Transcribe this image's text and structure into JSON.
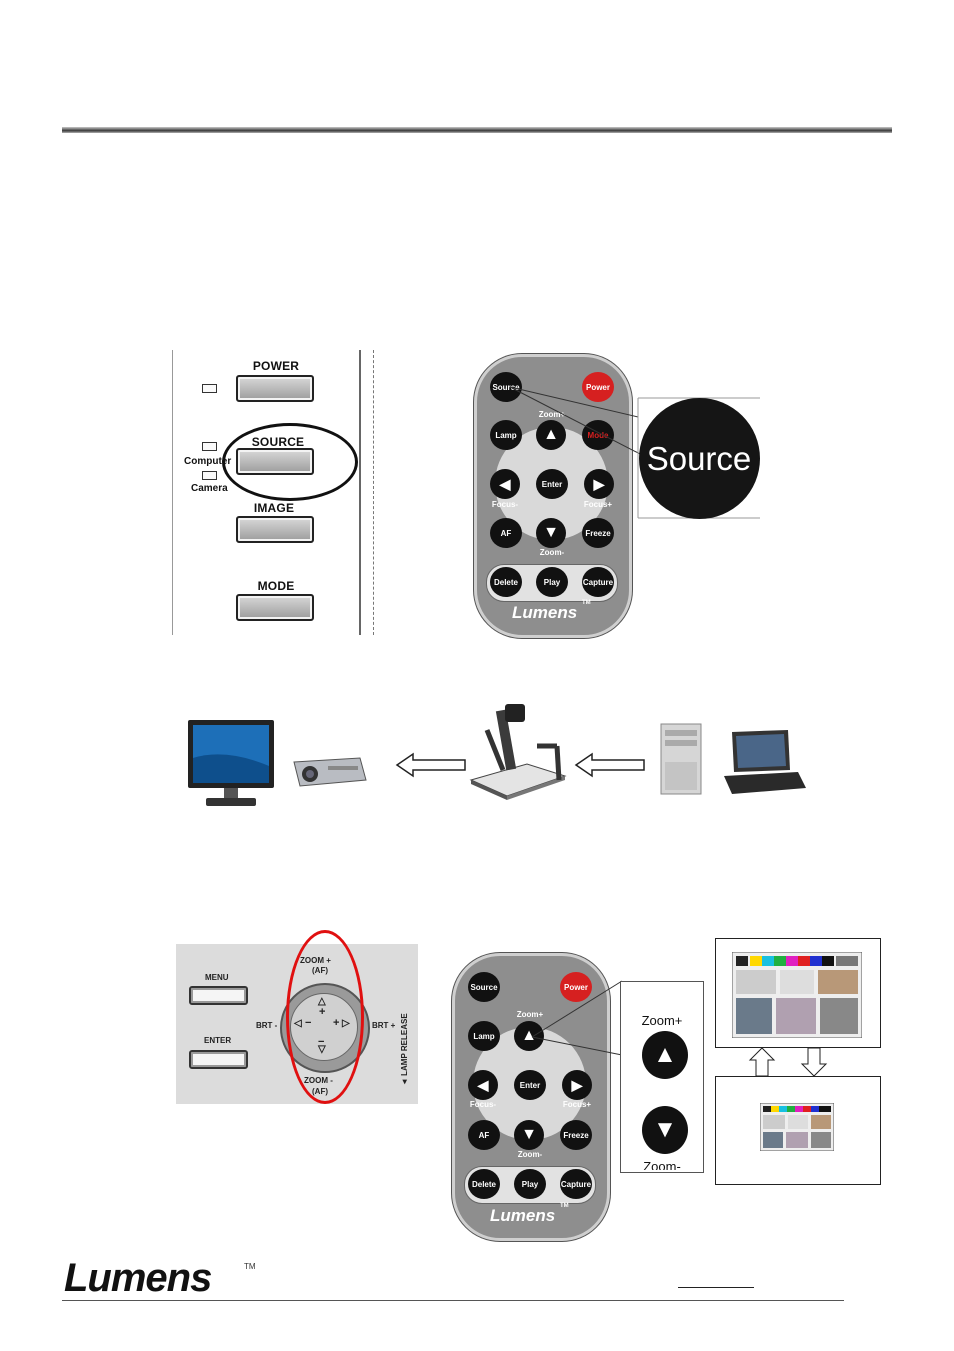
{
  "panel": {
    "power_label": "POWER",
    "source_label": "SOURCE",
    "computer_label": "Computer",
    "camera_label": "Camera",
    "image_label": "IMAGE",
    "mode_label": "MODE"
  },
  "remote": {
    "source": "Source",
    "power": "Power",
    "zoom_plus": "Zoom+",
    "lamp": "Lamp",
    "mode": "Mode",
    "enter": "Enter",
    "focus_minus": "Focus-",
    "focus_plus": "Focus+",
    "af": "AF",
    "zoom_minus": "Zoom-",
    "freeze": "Freeze",
    "delete": "Delete",
    "play": "Play",
    "capture": "Capture",
    "brand": "Lumens",
    "tm": "TM"
  },
  "callout_source": "Source",
  "projector_panel": {
    "menu": "MENU",
    "enter": "ENTER",
    "zoom_plus": "ZOOM +",
    "af_top": "(AF)",
    "zoom_minus": "ZOOM -",
    "af_bottom": "(AF)",
    "brt_minus": "BRT -",
    "brt_plus": "BRT +",
    "plus": "+",
    "minus": "−",
    "lamp_release": "◄ LAMP RELEASE"
  },
  "zoom_callout": {
    "zoom_plus": "Zoom+",
    "zoom_minus": "Zoom-"
  },
  "footer": {
    "logo": "Lumens",
    "tm": "TM"
  },
  "colors": {
    "remote_body": "#8e8e8e",
    "power_red": "#d62020",
    "oval_red": "#e01010"
  }
}
